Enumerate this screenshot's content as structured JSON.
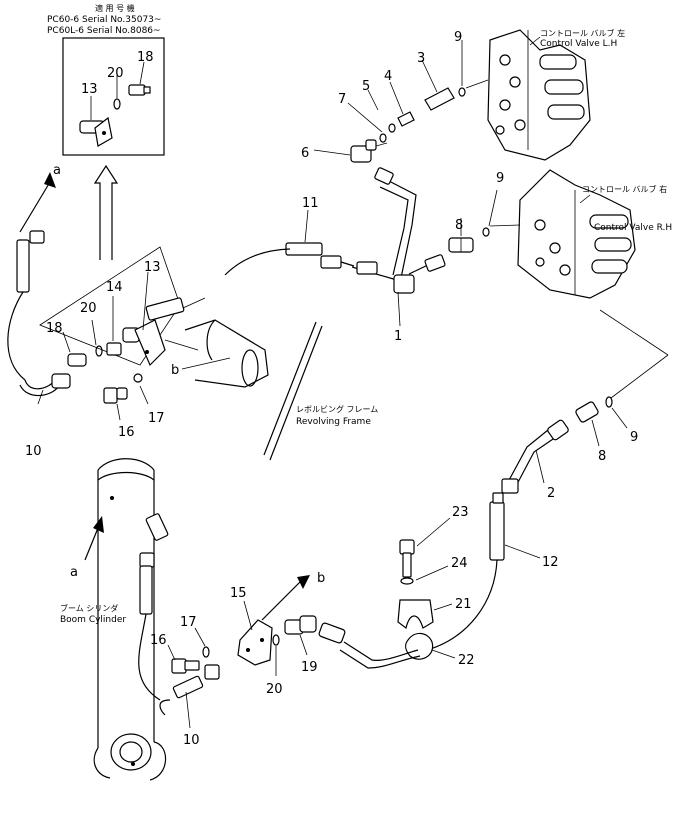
{
  "applicability": {
    "heading_jp": "適 用 号 機",
    "line1": "PC60-6  Serial No.35073~",
    "line2": "PC60L-6 Serial No.8086~"
  },
  "valves": {
    "lh_jp": "コントロール バルブ 左",
    "lh_en": "Control Valve L.H",
    "rh_jp": "コントロール バルブ 右",
    "rh_en": "Control Valve R.H"
  },
  "frame": {
    "jp": "レボルビング フレーム",
    "en": "Revolving Frame"
  },
  "cylinder": {
    "jp": "ブーム シリンダ",
    "en": "Boom Cylinder"
  },
  "refs": {
    "a": "a",
    "b": "b"
  },
  "callouts": {
    "c1": "1",
    "c2": "2",
    "c3": "3",
    "c4": "4",
    "c5": "5",
    "c6": "6",
    "c7": "7",
    "c8a": "8",
    "c8b": "8",
    "c9a": "9",
    "c9b": "9",
    "c9c": "9",
    "c10a": "10",
    "c10b": "10",
    "c11": "11",
    "c12": "12",
    "c13a": "13",
    "c13b": "13",
    "c14": "14",
    "c15": "15",
    "c16a": "16",
    "c16b": "16",
    "c17a": "17",
    "c17b": "17",
    "c18a": "18",
    "c18b": "18",
    "c19": "19",
    "c20a": "20",
    "c20b": "20",
    "c20c": "20",
    "c21": "21",
    "c22": "22",
    "c23": "23",
    "c24": "24"
  }
}
